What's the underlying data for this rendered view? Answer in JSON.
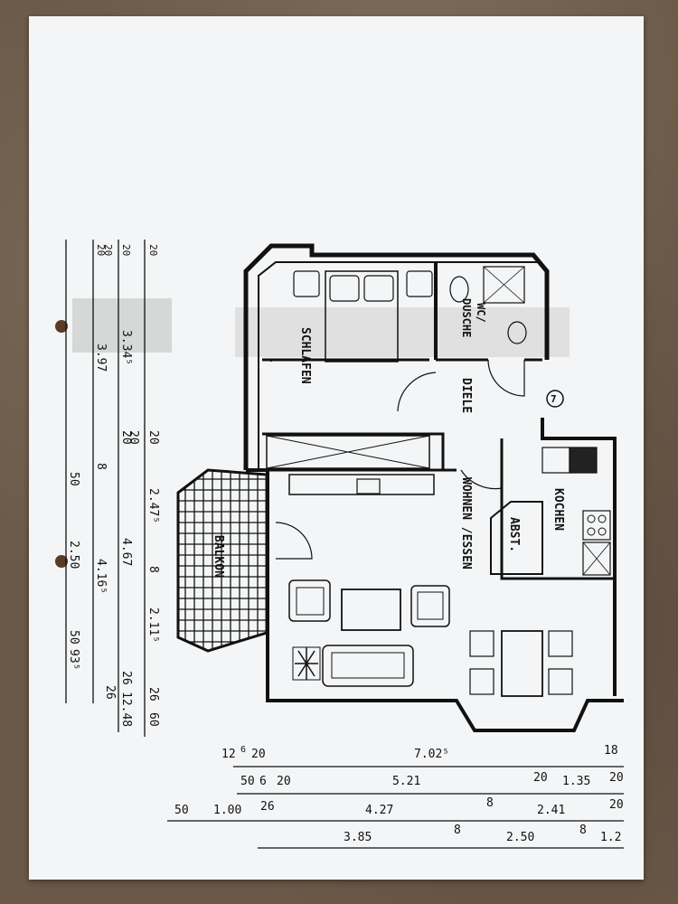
{
  "rooms": {
    "schlafen": "SCHLAFEN",
    "wc_dusche": "WC/\nDUSCHE",
    "diele": "DIELE",
    "kochen": "KOCHEN",
    "abst": "ABST.",
    "wohnen_essen": "WOHNEN /ESSEN",
    "balkon": "BALKON",
    "unit_number": "7"
  },
  "dimensions_bottom": {
    "row1": [
      "12",
      "6",
      "20",
      "7.02⁵",
      "18"
    ],
    "row2": [
      "50",
      "6",
      "20",
      "5.21",
      "20",
      "1.35",
      "20"
    ],
    "row3": [
      "50",
      "1.00",
      "26",
      "4.27",
      "8",
      "2.41",
      "20"
    ],
    "row4": [
      "3.85",
      "8",
      "2.50",
      "8",
      "1.2"
    ]
  },
  "dimensions_left": {
    "col1": [
      "50",
      "2.50",
      "50",
      "93⁵"
    ],
    "col2": [
      "20",
      "20",
      "3.97",
      "20",
      "8",
      "4.16⁵",
      "26"
    ],
    "col3": [
      "20",
      "3.34⁵",
      "20",
      "4.67",
      "26",
      "12.48"
    ],
    "col4": [
      "20",
      "20",
      "2.47⁵",
      "8",
      "2.11⁵",
      "26",
      "60"
    ]
  }
}
